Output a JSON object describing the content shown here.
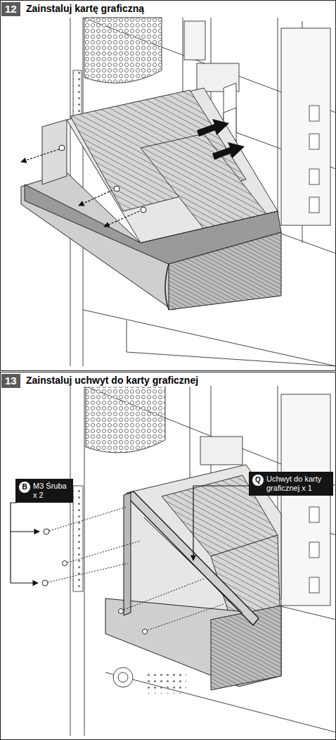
{
  "diagram": {
    "nodes": [
      {
        "text": [
          "12"
        ]
      },
      {
        "text": [
          "13"
        ]
      },
      {
        "text": [
          "M3 Śruba x 2"
        ]
      },
      {
        "text": [
          "B"
        ],
        "in": 2
      },
      {
        "text": [
          "Uchwyt do karty graficznej x 1"
        ]
      },
      {
        "text": [
          "Q"
        ],
        "in": 4
      }
    ],
    "labels": [
      "Zainstaluj kartę graficzną",
      "Zainstaluj uchwyt do karty graficznej"
    ]
  }
}
